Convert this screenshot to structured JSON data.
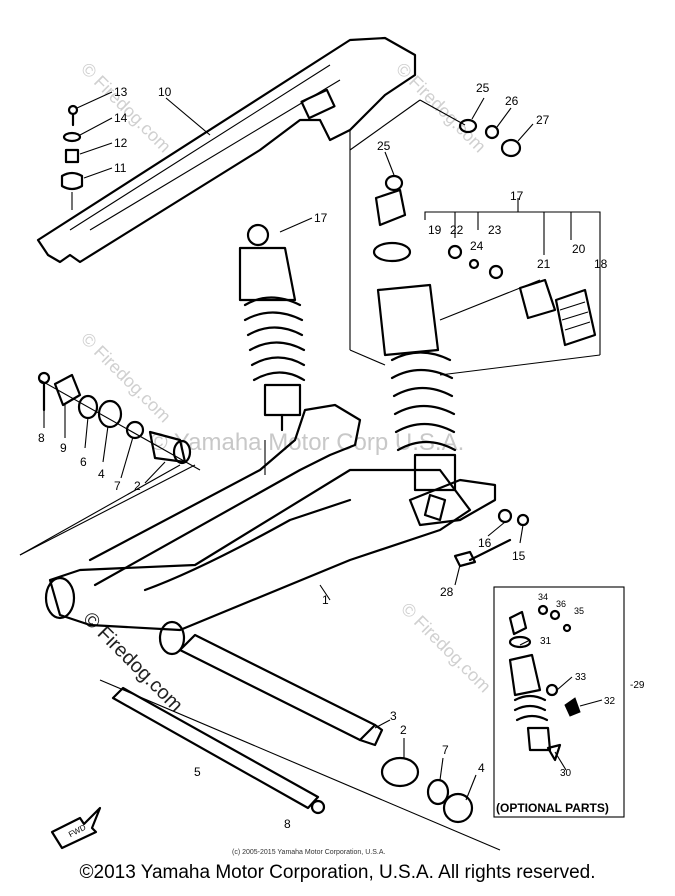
{
  "labels": {
    "n13": "13",
    "n14": "14",
    "n12": "12",
    "n11": "11",
    "n10": "10",
    "n25a": "25",
    "n26": "26",
    "n27": "27",
    "n25b": "25",
    "n17top": "17",
    "n17left": "17",
    "n19": "19",
    "n22": "22",
    "n24": "24",
    "n23": "23",
    "n21": "21",
    "n20": "20",
    "n18": "18",
    "n8a": "8",
    "n9": "9",
    "n6": "6",
    "n4a": "4",
    "n7a": "7",
    "n2a": "2",
    "n16": "16",
    "n15": "15",
    "n28": "28",
    "n1": "1",
    "n3": "3",
    "n2b": "2",
    "n7b": "7",
    "n4b": "4",
    "n5": "5",
    "n8b": "8",
    "n34": "34",
    "n36": "36",
    "n35": "35",
    "n31": "31",
    "n33": "33",
    "n32": "32",
    "n29": "-29",
    "n30": "30"
  },
  "optional_parts_label": "(OPTIONAL PARTS)",
  "fine_print": "(c) 2005-2015 Yamaha Motor Corporation, U.S.A.",
  "copyright": "©2013 Yamaha Motor Corporation, U.S.A. All rights reserved.",
  "watermarks": {
    "firedog_tr": "© Firedog.com",
    "firedog_l": "© Firedog.com",
    "firedog_mid": "© Firedog.com",
    "firedog_br": "© Firedog.com",
    "firedog_bl": "© Firedog.com",
    "yamaha_mid": "© Yamaha Motor Corp U.S.A."
  },
  "fwd_arrow_label": "FWD"
}
